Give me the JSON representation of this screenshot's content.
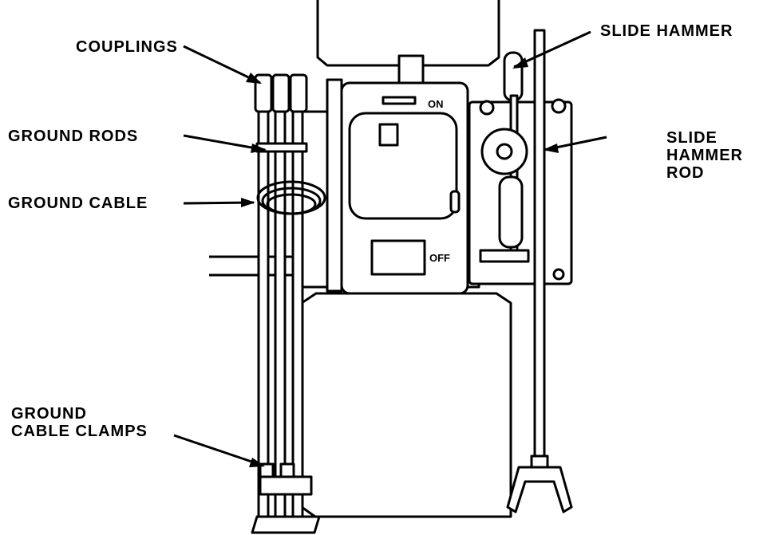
{
  "labels": {
    "couplings": "COUPLINGS",
    "ground_rods": "GROUND RODS",
    "ground_cable": "GROUND CABLE",
    "ground_cable_clamps": [
      "GROUND",
      "CABLE CLAMPS"
    ],
    "slide_hammer": "SLIDE HAMMER",
    "slide_hammer_rod": [
      "SLIDE",
      "HAMMER",
      "ROD"
    ]
  },
  "switch_marks": {
    "on": "ON",
    "off": "OFF"
  }
}
